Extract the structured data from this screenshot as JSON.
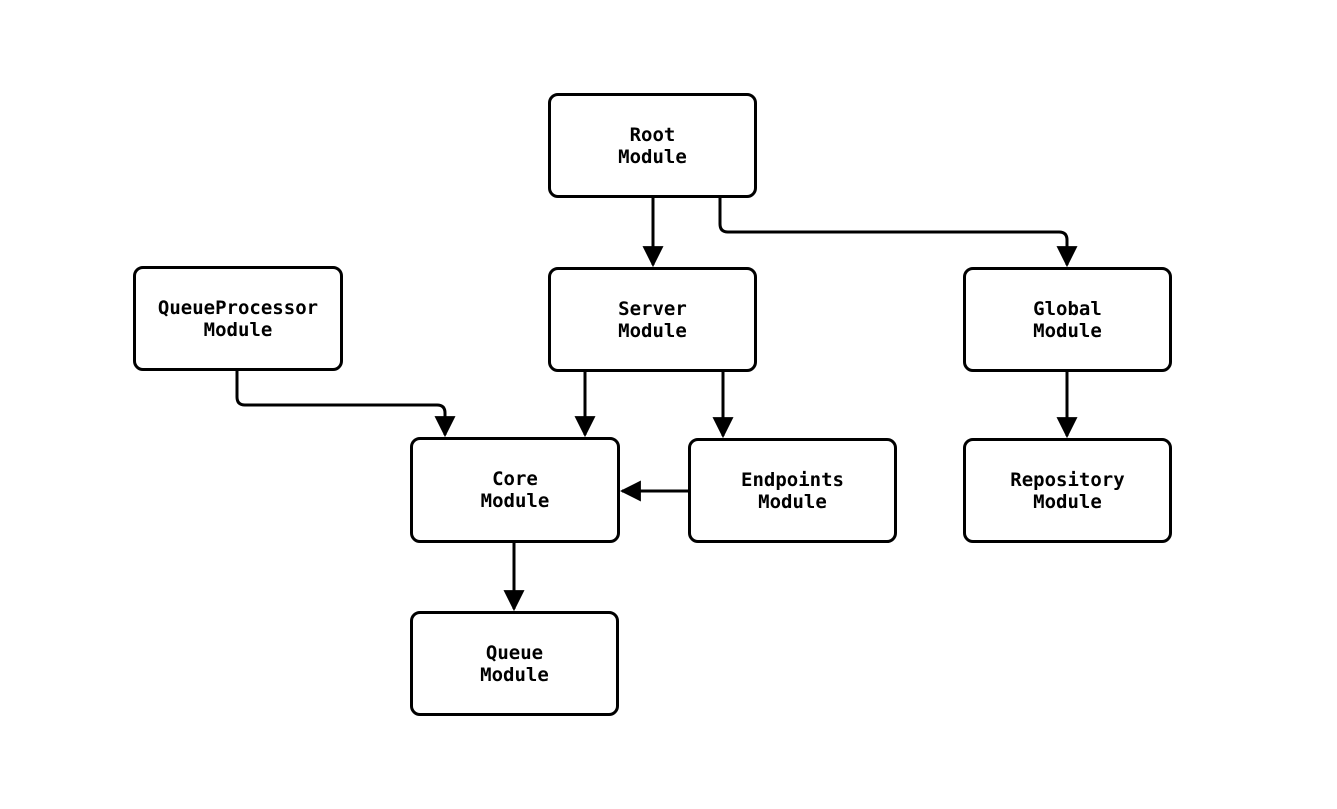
{
  "diagram": {
    "type": "flowchart",
    "background": "#ffffff",
    "node_style": {
      "fill": "#ffffff",
      "border_color": "#000000",
      "text_color": "#000000"
    },
    "edge_color": "#000000",
    "nodes": [
      {
        "id": "root",
        "label": "Root\nModule"
      },
      {
        "id": "queueprocessor",
        "label": "QueueProcessor\nModule"
      },
      {
        "id": "server",
        "label": "Server\nModule"
      },
      {
        "id": "global",
        "label": "Global\nModule"
      },
      {
        "id": "core",
        "label": "Core\nModule"
      },
      {
        "id": "endpoints",
        "label": "Endpoints\nModule"
      },
      {
        "id": "repository",
        "label": "Repository\nModule"
      },
      {
        "id": "queue",
        "label": "Queue\nModule"
      }
    ],
    "edges": [
      {
        "from": "Root Module",
        "to": "Server Module"
      },
      {
        "from": "Root Module",
        "to": "Global Module"
      },
      {
        "from": "QueueProcessor Module",
        "to": "Core Module"
      },
      {
        "from": "Server Module",
        "to": "Core Module"
      },
      {
        "from": "Server Module",
        "to": "Endpoints Module"
      },
      {
        "from": "Endpoints Module",
        "to": "Core Module"
      },
      {
        "from": "Global Module",
        "to": "Repository Module"
      },
      {
        "from": "Core Module",
        "to": "Queue Module"
      }
    ]
  }
}
